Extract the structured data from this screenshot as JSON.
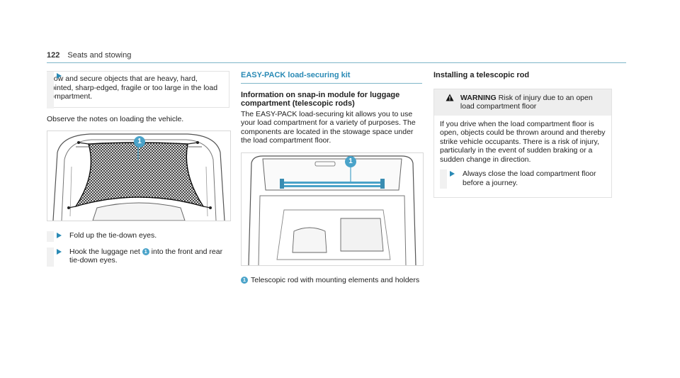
{
  "header": {
    "page_number": "122",
    "section": "Seats and stowing"
  },
  "col1": {
    "step_secure": "Stow and secure objects that are heavy, hard, pointed, sharp-edged, fragile or too large in the load compartment.",
    "observe": "Observe the notes on loading the vehicle.",
    "step_fold": "Fold up the tie-down eyes.",
    "step_hook_a": "Hook the luggage net",
    "step_hook_b": "into the front and rear tie-down eyes.",
    "callout": "1"
  },
  "col2": {
    "title": "EASY-PACK load-securing kit",
    "subhead": "Information on snap-in module for luggage compartment (telescopic rods)",
    "body": "The EASY-PACK load-securing kit allows you to use your load compartment for a variety of purposes. The components are located in the stowage space under the load compartment floor.",
    "caption": "Telescopic rod with mounting elements and holders",
    "callout": "1"
  },
  "col3": {
    "title": "Installing a telescopic rod",
    "warning_label": "WARNING",
    "warning_head": "Risk of injury due to an open load compartment floor",
    "warning_body": "If you drive when the load compartment floor is open, objects could be thrown around and thereby strike vehicle occupants. There is a risk of injury, particularly in the event of sudden braking or a sudden change in direction.",
    "step_close": "Always close the load compartment floor before a journey."
  },
  "colors": {
    "accent": "#2a8ab5",
    "callout": "#4aa3c9",
    "rule": "#7fb6c9",
    "warning_bg": "#eeeeee"
  }
}
